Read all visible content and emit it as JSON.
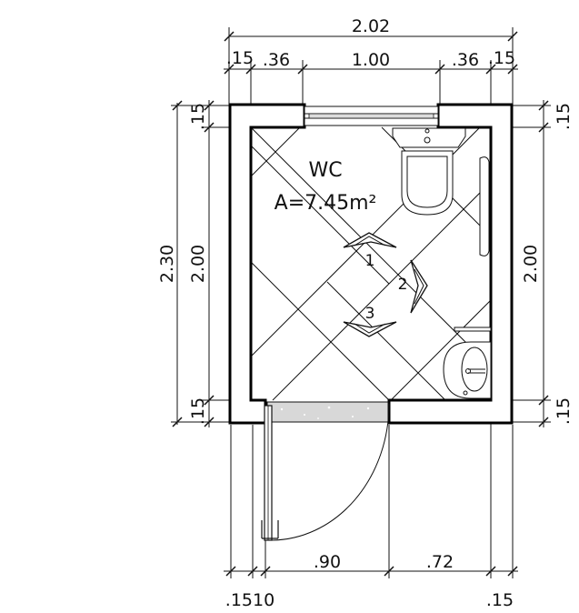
{
  "room": {
    "name": "WC",
    "area": "A=7.45m²"
  },
  "dimensions": {
    "top_total": "2.02",
    "top_wall_left": ".15",
    "top_left_pier": ".36",
    "top_window": "1.00",
    "top_right_pier": ".36",
    "top_wall_right": ".15",
    "left_total": "2.30",
    "left_wall_top": ".15",
    "left_inner": "2.00",
    "left_wall_bottom": ".15",
    "right_wall_top": ".15",
    "right_inner": "2.00",
    "right_wall_bottom": ".15",
    "bottom_door": ".90",
    "bottom_pier": ".72",
    "bottom_left_label": ".1510",
    "bottom_right_label": ".15"
  },
  "view_markers": [
    "1",
    "2",
    "3"
  ]
}
